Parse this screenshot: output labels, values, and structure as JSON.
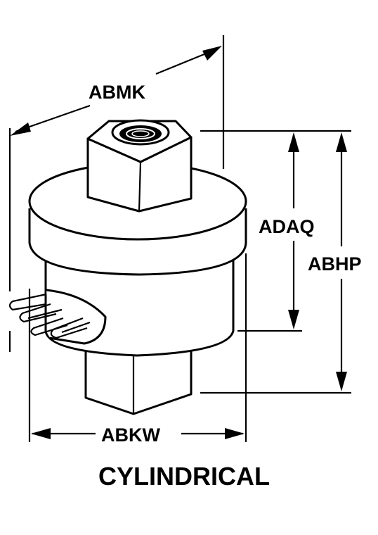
{
  "diagram": {
    "dimensions": {
      "overall_diameter": "ABMK",
      "hex_to_body_height": "ADAQ",
      "overall_height": "ABHP",
      "body_width": "ABKW"
    },
    "caption": "CYLINDRICAL",
    "colors": {
      "ink": "#000000",
      "background": "#ffffff"
    }
  }
}
